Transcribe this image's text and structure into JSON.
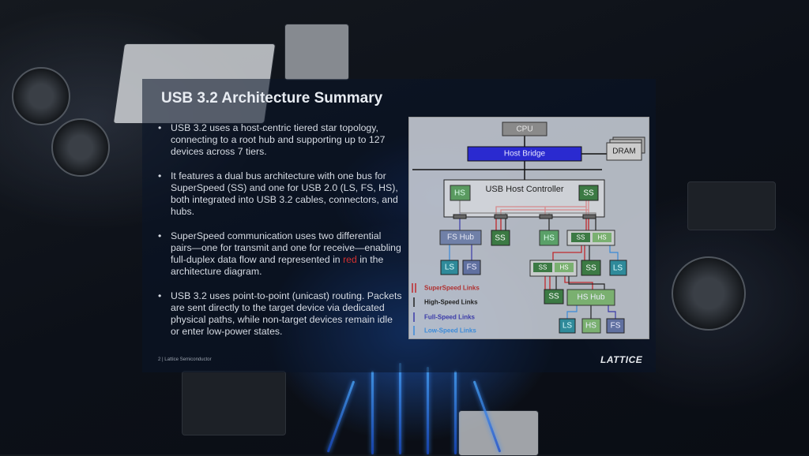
{
  "slide": {
    "title": "USB 3.2 Architecture Summary",
    "bullets": [
      "USB 3.2 uses a host-centric tiered star topology, connecting to a root hub and supporting up to 127 devices across 7 tiers.",
      "It features a dual bus architecture with one bus for SuperSpeed (SS) and one for USB 2.0 (LS, FS, HS), both integrated into USB 3.2 cables, connectors, and hubs.",
      "USB 3.2 uses point-to-point (unicast) routing. Packets are sent directly to the target device via dedicated physical paths, while non-target devices remain idle or enter low-power states."
    ],
    "bullet3_before": "SuperSpeed communication uses two differential pairs—one for transmit and one for receive—enabling full-duplex data flow and represented in ",
    "bullet3_red": "red",
    "bullet3_after": " in the architecture diagram.",
    "footer": "2 | Lattice Semiconductor",
    "logo": "LATTICE"
  },
  "diagram": {
    "cpu": "CPU",
    "host_bridge": "Host Bridge",
    "dram": "DRAM",
    "host_controller": "USB Host Controller",
    "hs": "HS",
    "ss": "SS",
    "ls": "LS",
    "fs": "FS",
    "fs_hub": "FS Hub",
    "hs_hub": "HS Hub",
    "legend": [
      "SuperSpeed Links",
      "High-Speed Links",
      "Full-Speed Links",
      "Low-Speed Links"
    ],
    "colors": {
      "ss": "#c0282c",
      "hs": "#222222",
      "fs": "#3a3aa8",
      "ls": "#3a8ad8",
      "host_bridge": "#2a2ad0",
      "green": "#4a8a50",
      "teal": "#2f8a9a"
    }
  }
}
